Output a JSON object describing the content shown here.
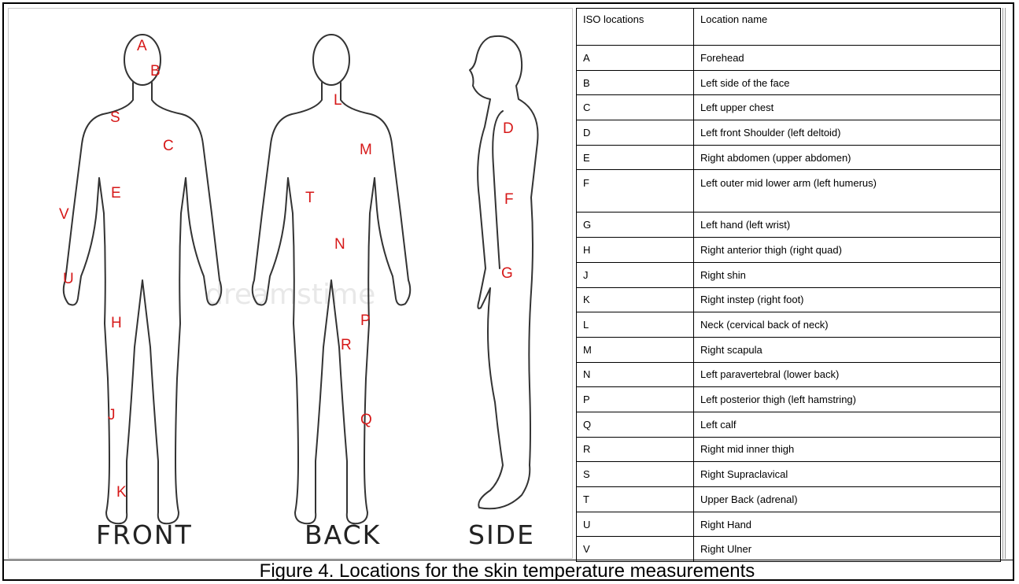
{
  "diagram": {
    "views": {
      "front": "FRONT",
      "back": "BACK",
      "side": "SIDE"
    },
    "watermark": "dreamstime",
    "markers": {
      "A": "A",
      "B": "B",
      "C": "C",
      "D": "D",
      "E": "E",
      "F": "F",
      "G": "G",
      "H": "H",
      "J": "J",
      "K": "K",
      "L": "L",
      "M": "M",
      "N": "N",
      "P": "P",
      "Q": "Q",
      "R": "R",
      "S": "S",
      "T": "T",
      "U": "U",
      "V": "V"
    },
    "marker_color": "#d61818"
  },
  "table": {
    "headers": [
      "ISO locations",
      "Location name"
    ],
    "rows": [
      {
        "code": "A",
        "name": "Forehead"
      },
      {
        "code": "B",
        "name": "Left side of the face"
      },
      {
        "code": "C",
        "name": "Left upper chest"
      },
      {
        "code": "D",
        "name": "Left front Shoulder (left deltoid)"
      },
      {
        "code": "E",
        "name": "Right abdomen (upper abdomen)"
      },
      {
        "code": "F",
        "name": "Left outer mid lower arm (left humerus)"
      },
      {
        "code": "G",
        "name": "Left hand (left wrist)"
      },
      {
        "code": "H",
        "name": "Right anterior thigh (right quad)"
      },
      {
        "code": "J",
        "name": "Right shin"
      },
      {
        "code": "K",
        "name": "Right instep (right foot)"
      },
      {
        "code": "L",
        "name": "Neck (cervical back of neck)"
      },
      {
        "code": "M",
        "name": "Right scapula"
      },
      {
        "code": "N",
        "name": "Left paravertebral (lower back)"
      },
      {
        "code": "P",
        "name": "Left posterior thigh (left hamstring)"
      },
      {
        "code": "Q",
        "name": "Left calf"
      },
      {
        "code": "R",
        "name": "Right mid inner thigh"
      },
      {
        "code": "S",
        "name": "Right Supraclavical"
      },
      {
        "code": "T",
        "name": "Upper Back (adrenal)"
      },
      {
        "code": "U",
        "name": "Right Hand"
      },
      {
        "code": "V",
        "name": "Right Ulner"
      }
    ]
  },
  "caption": "Figure 4. Locations for the skin temperature measurements"
}
